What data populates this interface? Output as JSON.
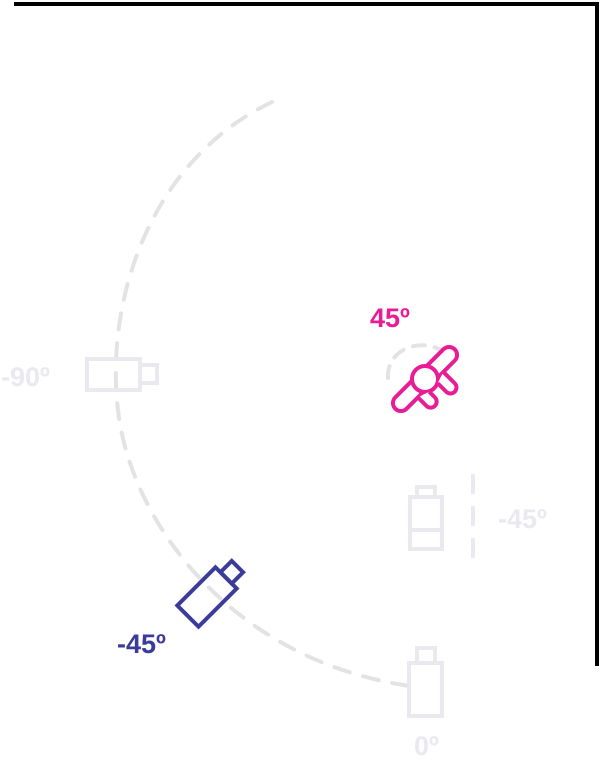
{
  "colors": {
    "wall": "#000000",
    "inactive": "#e9e9ef",
    "path_dash": "#e3e3e3",
    "active_camera": "#3b3b9a",
    "active_light": "#e81c94"
  },
  "labels": {
    "camera_left": "-90º",
    "camera_active": "-45º",
    "camera_bottom": "0º",
    "light_active": "45º",
    "light_inactive": "-45º"
  },
  "icons": {
    "camera": "camera-icon",
    "light": "light-icon"
  }
}
